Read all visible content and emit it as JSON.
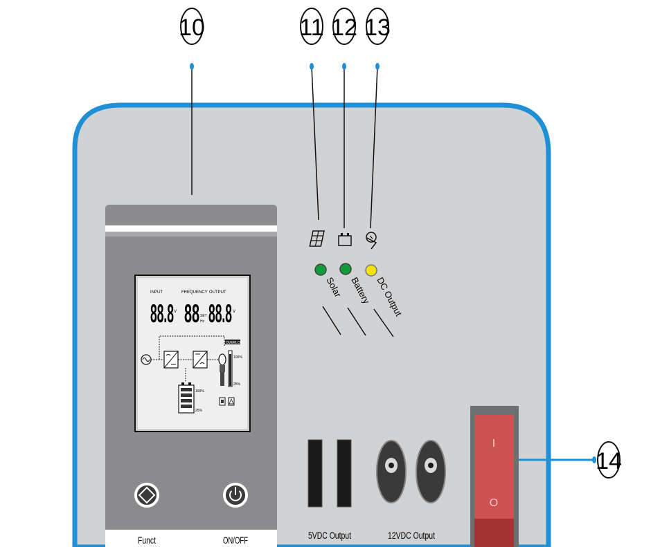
{
  "callouts": {
    "c10": "10",
    "c11": "11",
    "c12": "12",
    "c13": "13",
    "c14": "14"
  },
  "indicators": {
    "solar": "Solar",
    "battery": "Battery",
    "dc_output": "DC Output"
  },
  "lcd": {
    "input_label": "INPUT",
    "frequency_label": "FREQUENCY",
    "output_label": "OUTPUT",
    "input_value": "88.8",
    "frequency_value": "88",
    "output_value": "88.8",
    "unit_v1": "V",
    "unit_v2": "V",
    "set_label": "SET",
    "hz_label": "Hz",
    "overload_label": "OVERLOAD",
    "load_100": "100%",
    "load_25": "25%",
    "batt_100": "100%",
    "batt_25": "25%"
  },
  "buttons": {
    "funct_label": "Funct",
    "onoff_label": "ON/OFF"
  },
  "ports": {
    "usb_label": "5VDC Output",
    "dc12_label": "12VDC Output"
  },
  "switch": {
    "on_mark": "I",
    "off_mark": "O"
  },
  "colors": {
    "frame_blue": "#1f8fd6",
    "panel_gray": "#d1d2d4",
    "led_green": "#119a3a",
    "led_yellow": "#f4e20c",
    "switch_red": "#c84848"
  }
}
